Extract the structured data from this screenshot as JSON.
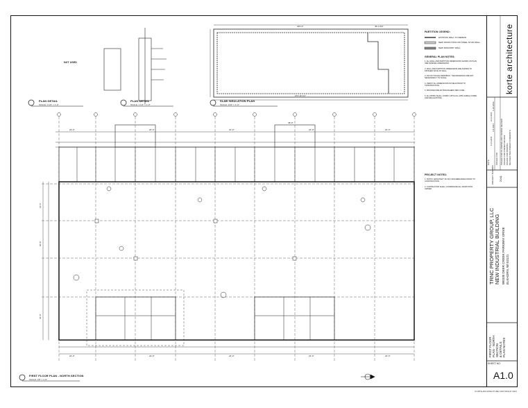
{
  "firm": {
    "name": "korte architecture"
  },
  "project": {
    "client": "TRNC PROPERTY GROUP, LLC",
    "name": "NEW INDUSTRIAL BUILDING",
    "address1": "W6330 DEER CREEK PARKWAY DRIVE",
    "address2": "ELKHORN, WI 53121"
  },
  "sheet": {
    "title_lines": [
      "FIRST FLOOR",
      "PLAN - NORTH",
      "SECTION",
      "& DETAILS",
      "PLAN NOTES"
    ],
    "number_label": "SHEET NO.",
    "number": "A1.0"
  },
  "issues": {
    "header_date": "DATE",
    "header_desc": "ISSUED FOR",
    "rows": [
      {
        "date": "5-14-2021",
        "desc": "ISSUED FOR PLANNING AND ZONING REVIEW"
      },
      {
        "date": "6-4-2021",
        "desc": "ISSUED FOR OWNER REVIEW"
      },
      {
        "date": "9-21-2021",
        "desc": "ISSUED FOR BIDDING"
      },
      {
        "date": "1-26-2022",
        "desc": "REVISED PER OWNER COMMENTS"
      }
    ]
  },
  "project_number": {
    "label": "PROJECT NUMBER",
    "value": "2041"
  },
  "details": {
    "plan_detail_1": {
      "title": "PLAN DETAIL",
      "scale": "SCALE: 1 1/2\" = 1'-0\""
    },
    "plan_detail_2": {
      "title": "PLAN DETAIL",
      "scale": "SCALE: 1 1/2\" = 1'-0\""
    },
    "slab_plan": {
      "title": "SLAB INSULATION PLAN",
      "scale": "SCALE: 1/16\" = 1'-0\""
    },
    "main_plan": {
      "title": "FIRST FLOOR PLAN - NORTH SECTION",
      "scale": "SCALE: 1/8\" = 1'-0\""
    },
    "not_used": "NOT USED"
  },
  "partition_legend": {
    "title": "PARTITION LEGEND:",
    "items": [
      "EXISTING WALL TO REMAIN",
      "NEW WOOD STUD OR STEEL STUD WALL",
      "NEW MASONRY WALL"
    ]
  },
  "general_notes": {
    "title": "GENERAL PLAN NOTES:",
    "items": [
      "1. ALL WALL AND PARTITION DIMENSIONS SHOWN ON PLAN ARE NOMINAL DIMENSIONS.",
      "2. WALL AND PARTITION DIMENSIONS ARE SHOWN TO FINISHED FACE OF WALL.",
      "3. DO NOT SCALE DRAWINGS. THE DRAWINGS ARE NOT NECESSARILY TO SCALE.",
      "4. VERIFY ALL DIMENSIONS IN FIELD PRIOR TO CONSTRUCTION.",
      "5. PROVIDE FIRE EXTINGUISHERS PER CODE.",
      "6. ALL WORK SHALL COMPLY WITH ALL APPLICABLE CODES AND REGULATIONS."
    ]
  },
  "project_notes": {
    "title": "PROJECT NOTES:",
    "items": [
      "1. NOTIFY ARCHITECT OF ANY DISCREPANCIES PRIOR TO CONSTRUCTION.",
      "2. CONTRACTOR SHALL COORDINATE ALL WORK WITH OWNER."
    ]
  },
  "dims": {
    "overall_slab": "246'-0\"",
    "slab_right": "49'-4 3/4\"",
    "slab_bottom": "272'-10 1/4\"",
    "bay": "24'-0\"",
    "bay2": "48'-0\"",
    "left_1": "23'-6\"",
    "left_2": "20'-0\"",
    "left_3": "42'-0\""
  },
  "footer": "KORTE ARCHITECTURE COPYRIGHT 2021"
}
